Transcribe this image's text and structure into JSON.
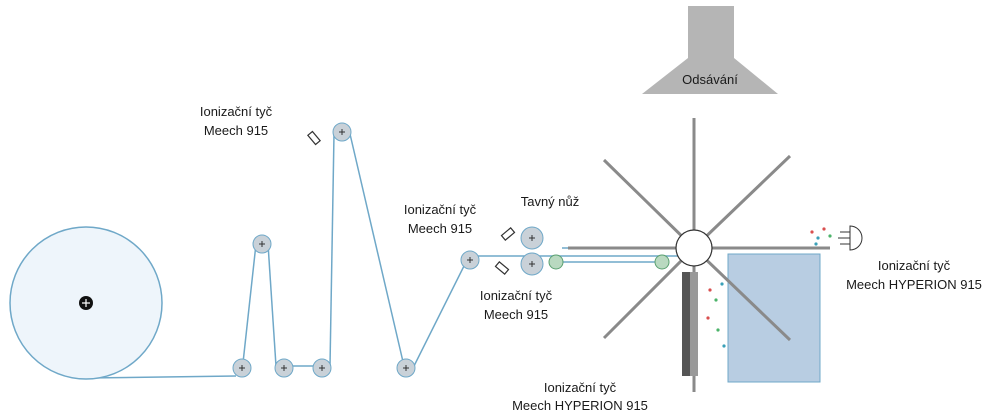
{
  "labels": {
    "exhaust": "Odsávání",
    "bar_top": [
      "Ionizační tyč",
      "Meech 915"
    ],
    "bar_mid": [
      "Ionizační tyč",
      "Meech 915"
    ],
    "knife": "Tavný nůž",
    "bar_low": [
      "Ionizační tyč",
      "Meech 915"
    ],
    "hyperion_right": [
      "Ionizační tyč",
      "Meech HYPERION 915"
    ],
    "hyperion_bottom": [
      "Ionizační tyč",
      "Meech HYPERION 915"
    ]
  },
  "colors": {
    "web": "#6fa8c8",
    "roll_fill": "#eef5fb",
    "roller_fill": "#c9d1d8",
    "green_roller": "#b9d9c0",
    "hood": "#b5b5b5",
    "bin": "#b8cde2"
  },
  "icons": {
    "ionizer": "ionizer-bar-icon",
    "hyperion": "hyperion-ionizer-icon"
  }
}
